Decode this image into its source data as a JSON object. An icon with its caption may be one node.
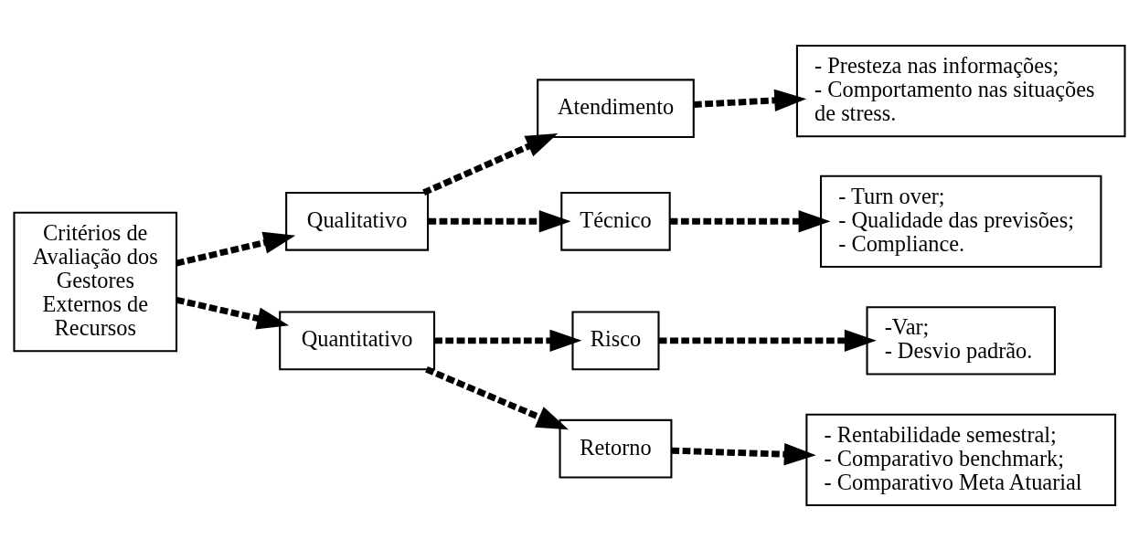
{
  "diagram": {
    "nodes": [
      {
        "text": [
          "Critérios de Avaliação dos Gestores Externos de Recursos"
        ]
      },
      {
        "text": [
          "Qualitativo"
        ]
      },
      {
        "text": [
          "Quantitativo"
        ]
      },
      {
        "text": [
          "Atendimento"
        ]
      },
      {
        "text": [
          "Técnico"
        ]
      },
      {
        "text": [
          "Risco"
        ]
      },
      {
        "text": [
          "Retorno"
        ]
      },
      {
        "text": [
          "- Presteza nas informações;",
          "- Comportamento nas situações de stress."
        ]
      },
      {
        "text": [
          "- Turn over;",
          "- Qualidade das previsões;",
          "- Compliance."
        ]
      },
      {
        "text": [
          "-Var;",
          "- Desvio padrão."
        ]
      },
      {
        "text": [
          "- Rentabilidade semestral;",
          "- Comparativo benchmark;",
          "- Comparativo Meta Atuarial"
        ]
      }
    ],
    "edges": [
      {
        "from": 0,
        "to": 1,
        "arrow": "to",
        "style": "dashed"
      },
      {
        "from": 0,
        "to": 2,
        "arrow": "to",
        "style": "dashed"
      },
      {
        "from": 1,
        "to": 3,
        "arrow": "to",
        "style": "dashed"
      },
      {
        "from": 1,
        "to": 4,
        "arrow": "to",
        "style": "dashed"
      },
      {
        "from": 2,
        "to": 5,
        "arrow": "to",
        "style": "dashed"
      },
      {
        "from": 2,
        "to": 6,
        "arrow": "to",
        "style": "dashed"
      },
      {
        "from": 3,
        "to": 7,
        "arrow": "to",
        "style": "dashed"
      },
      {
        "from": 4,
        "to": 8,
        "arrow": "to",
        "style": "dashed"
      },
      {
        "from": 5,
        "to": 9,
        "arrow": "to",
        "style": "dashed"
      },
      {
        "from": 6,
        "to": 10,
        "arrow": "to",
        "style": "dashed"
      }
    ]
  }
}
